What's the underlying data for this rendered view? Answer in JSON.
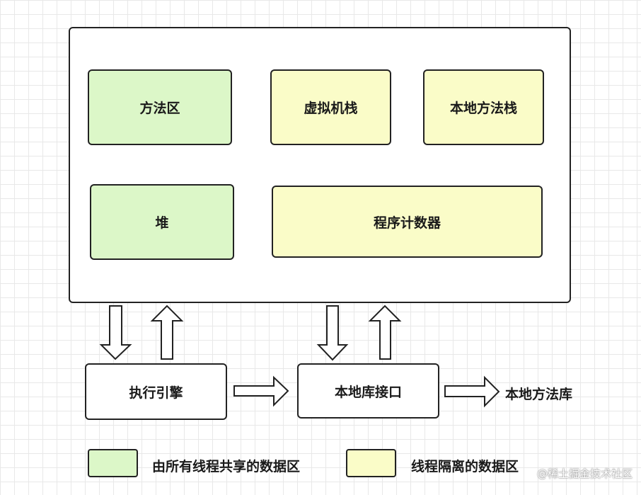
{
  "regions": {
    "method_area": "方法区",
    "vm_stack": "虚拟机栈",
    "native_method_stack": "本地方法栈",
    "heap": "堆",
    "pc_register": "程序计数器"
  },
  "components": {
    "execution_engine": "执行引擎",
    "native_interface": "本地库接口",
    "native_library": "本地方法库"
  },
  "legend": {
    "shared": "由所有线程共享的数据区",
    "isolated": "线程隔离的数据区"
  },
  "colors": {
    "shared": "#dcf7c8",
    "isolated": "#fafcc8",
    "border": "#222222"
  },
  "watermark": "@稀土掘金技术社区"
}
